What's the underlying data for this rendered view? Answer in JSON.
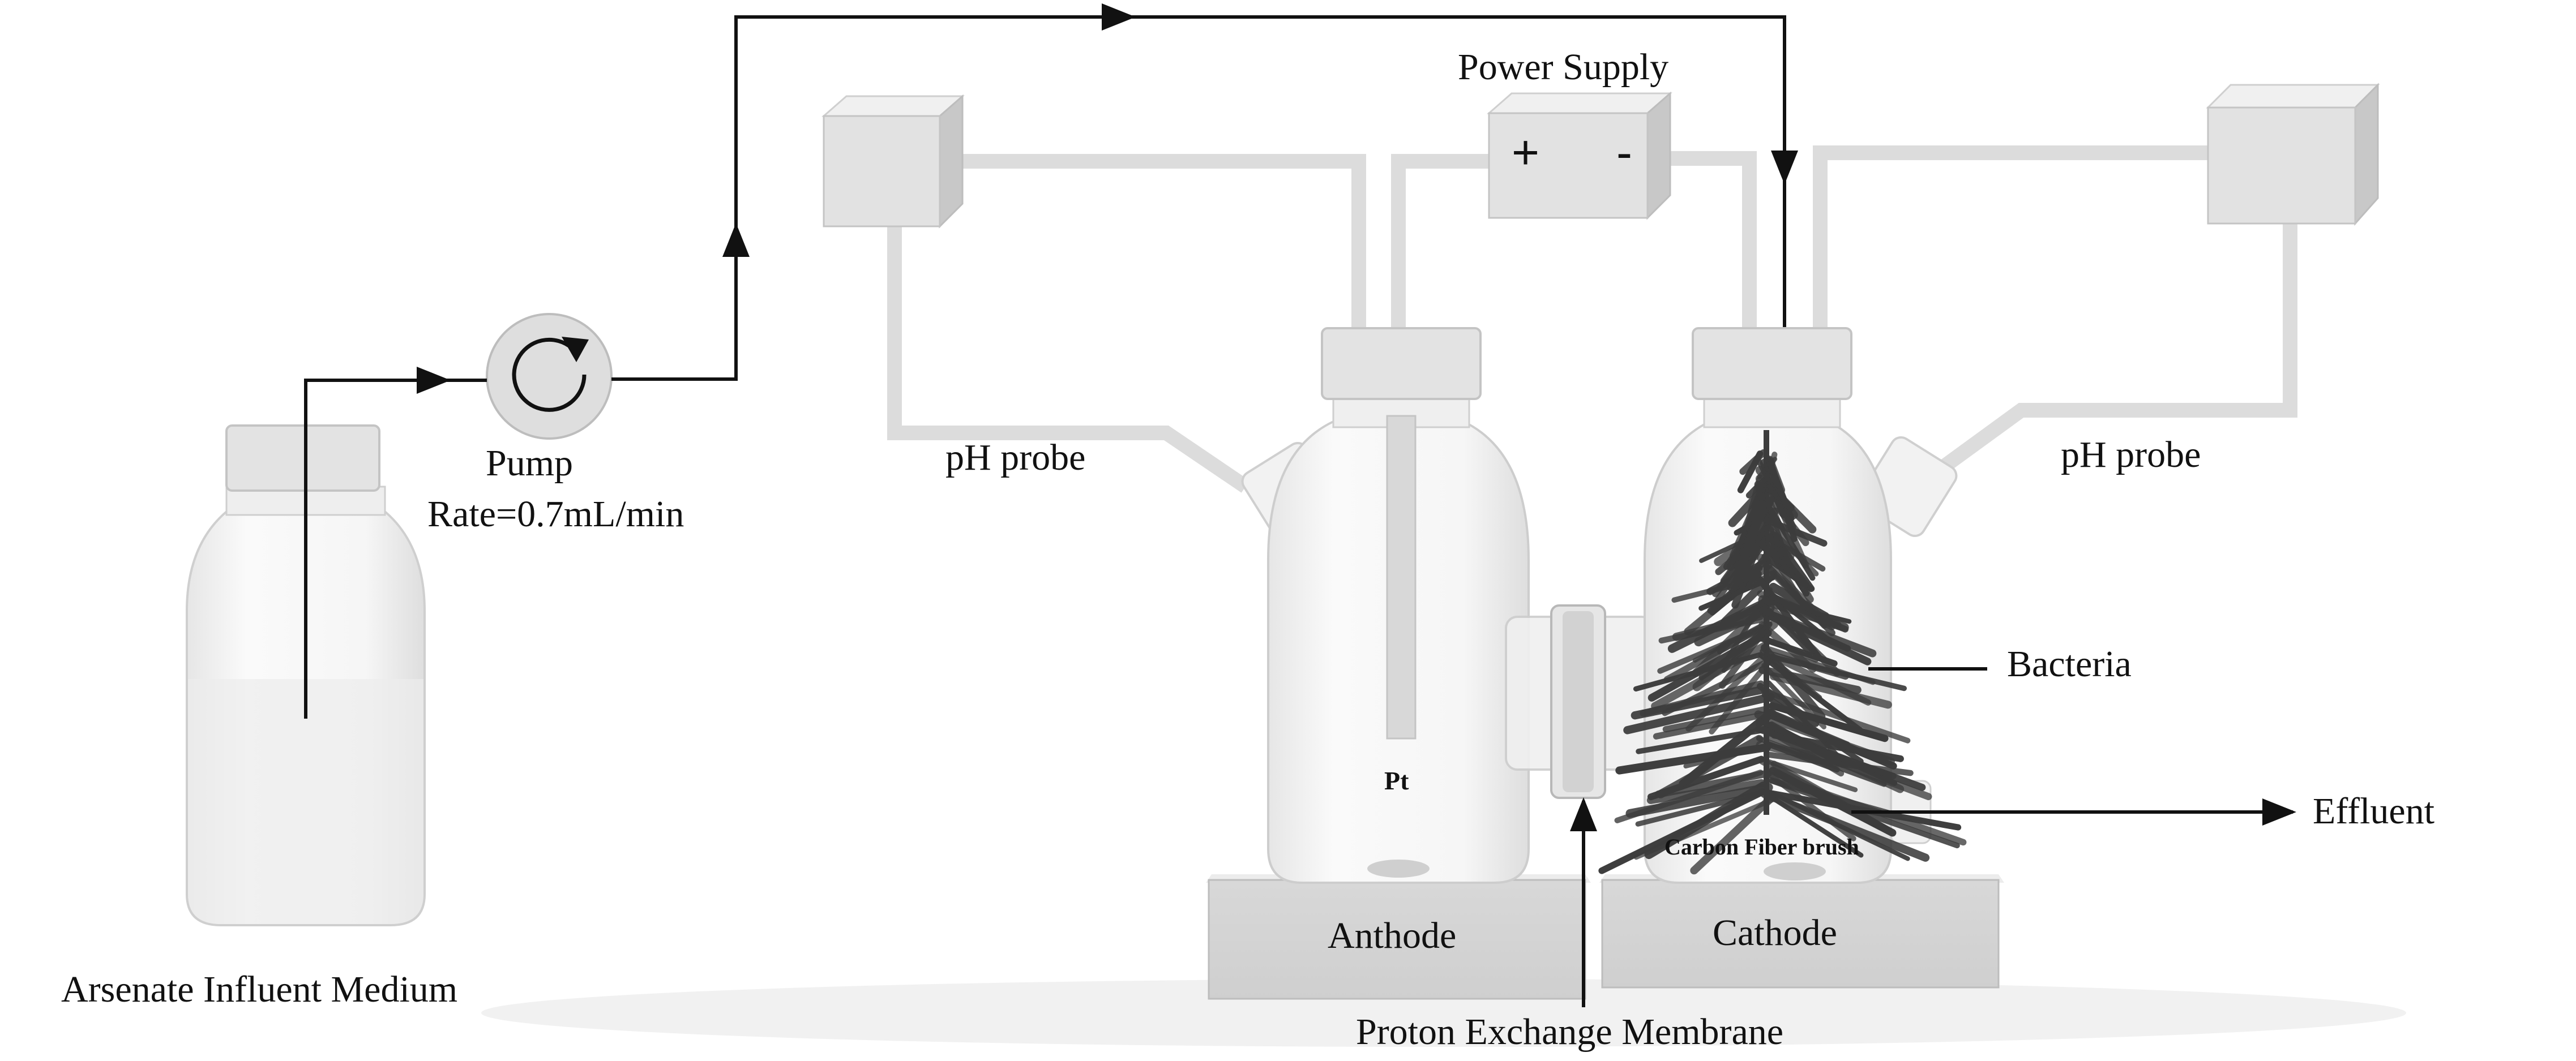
{
  "labels": {
    "power_supply": "Power Supply",
    "plus": "+",
    "minus": "-",
    "pump": "Pump",
    "pump_rate": "Rate=0.7mL/min",
    "ph_probe_left": "pH probe",
    "ph_probe_right": "pH probe",
    "pt": "Pt",
    "bacteria": "Bacteria",
    "effluent": "Effluent",
    "carbon_fiber_brush": "Carbon Fiber brush",
    "anthode": "Anthode",
    "cathode": "Cathode",
    "proton_exchange_membrane": "Proton Exchange Membrane",
    "influent": "Arsenate Influent Medium"
  },
  "colors": {
    "background": "#ffffff",
    "line": "#111111",
    "box_fill": "#e4e4e4",
    "box_shade": "#bdbdbd",
    "glass": "#f3f3f3",
    "glass_edge": "#c8c8c8",
    "brush": "#3c3c3c"
  }
}
